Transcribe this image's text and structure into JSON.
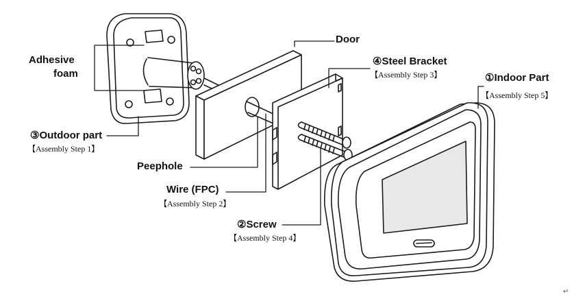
{
  "labels": {
    "adhesive_line1": "Adhesive",
    "adhesive_line2": "foam",
    "door": "Door",
    "steel_bracket": "④Steel Bracket",
    "steel_bracket_step": "【Assembly Step 3】",
    "indoor_part": "①Indoor Part",
    "indoor_part_step": "【Assembly Step 5】",
    "outdoor_part": "③Outdoor part",
    "outdoor_part_step": "【Assembly Step 1】",
    "peephole": "Peephole",
    "wire": "Wire (FPC)",
    "wire_step": "【Assembly Step 2】",
    "screw": "②Screw",
    "screw_step": "【Assembly Step 4】",
    "corner_mark": "↵"
  },
  "colors": {
    "stroke": "#1a1a1a",
    "text": "#111111",
    "screen": "#e8e8e8"
  }
}
